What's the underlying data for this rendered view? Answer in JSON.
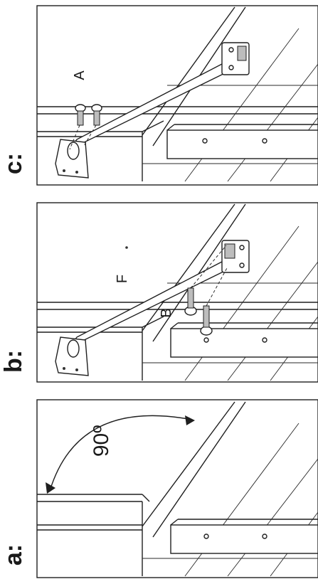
{
  "panels": [
    {
      "step": "a:",
      "angle": "90º"
    },
    {
      "step": "b:",
      "part_top": "F",
      "part_screw": "B"
    },
    {
      "step": "c:",
      "part_screw": "A"
    }
  ]
}
